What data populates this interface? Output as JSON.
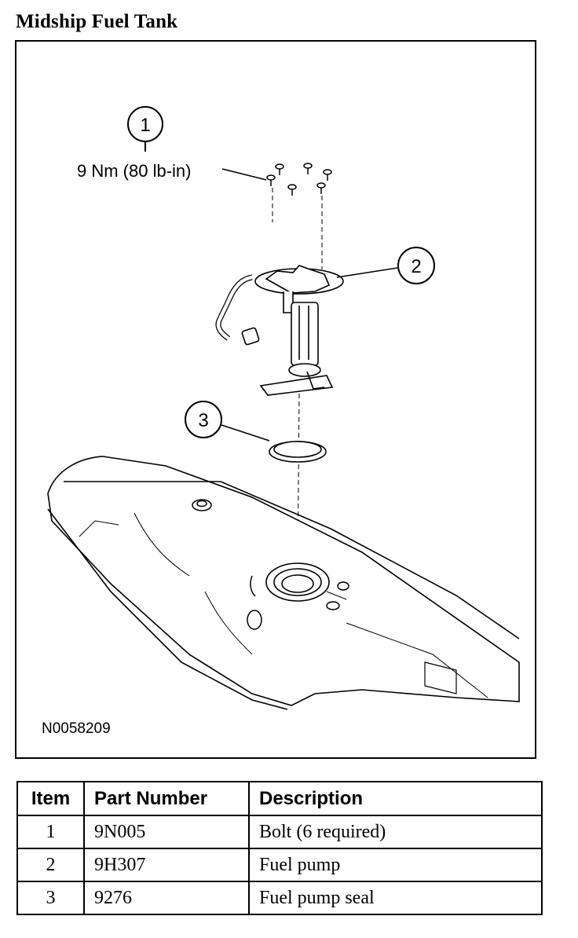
{
  "title": "Midship Fuel Tank",
  "figure": {
    "callouts": [
      {
        "number": "1"
      },
      {
        "number": "2"
      },
      {
        "number": "3"
      }
    ],
    "torque_label": "9 Nm (80 lb-in)",
    "figure_id": "N0058209"
  },
  "parts_table": {
    "headers": [
      "Item",
      "Part Number",
      "Description"
    ],
    "rows": [
      {
        "item": "1",
        "part_number": "9N005",
        "description": "Bolt (6 required)"
      },
      {
        "item": "2",
        "part_number": "9H307",
        "description": "Fuel pump"
      },
      {
        "item": "3",
        "part_number": "9276",
        "description": "Fuel pump seal"
      }
    ]
  }
}
